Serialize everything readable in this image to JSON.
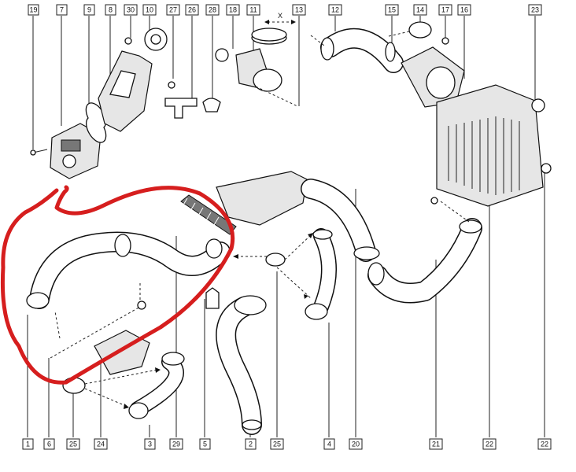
{
  "diagram": {
    "part_labels": [
      "19",
      "7",
      "9",
      "8",
      "30",
      "10",
      "27",
      "26",
      "28",
      "18",
      "11",
      "13",
      "12",
      "15",
      "14",
      "17",
      "16",
      "23",
      "1",
      "6",
      "25",
      "24",
      "3",
      "29",
      "5",
      "2",
      "25",
      "4",
      "20",
      "21",
      "22",
      "22"
    ],
    "dimension_label": "X",
    "annotation_color": "#d61e1e"
  }
}
